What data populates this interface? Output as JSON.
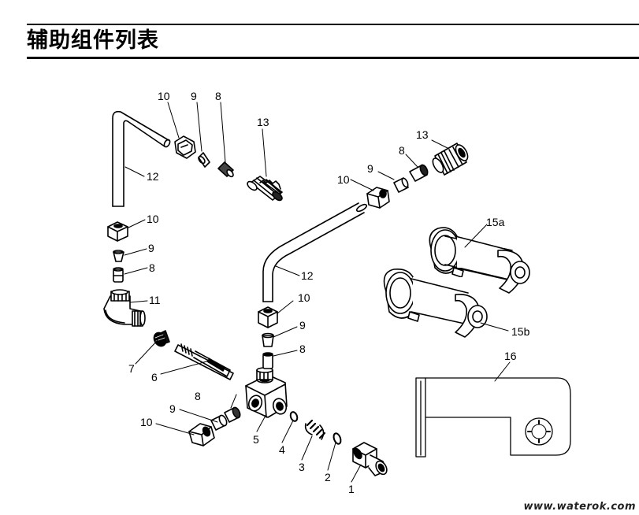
{
  "header": {
    "title": "辅助组件列表"
  },
  "callouts": {
    "left_nut_top": "10",
    "left_ferrule_top": "9",
    "left_sleeve_top": "8",
    "left_connector": "13",
    "left_tube": "12",
    "left_nut_mid": "10",
    "left_ferrule_mid": "9",
    "left_sleeve_mid": "8",
    "elbow": "11",
    "strainer": "7",
    "probe_tube": "6",
    "tee_body": "5",
    "lower_sleeve": "8",
    "lower_ferrule": "9",
    "lower_nut": "10",
    "o_ring": "4",
    "spring": "3",
    "washer": "2",
    "end_fitting": "1",
    "right_connector": "13",
    "right_sleeve_top": "8",
    "right_ferrule_top": "9",
    "right_nut_top": "10",
    "right_tube": "12",
    "right_nut_low": "10",
    "right_ferrule_low": "9",
    "right_sleeve_low": "8",
    "clamp_a": "15a",
    "clamp_b": "15b",
    "bracket": "16"
  },
  "watermark": "www.waterok.com"
}
